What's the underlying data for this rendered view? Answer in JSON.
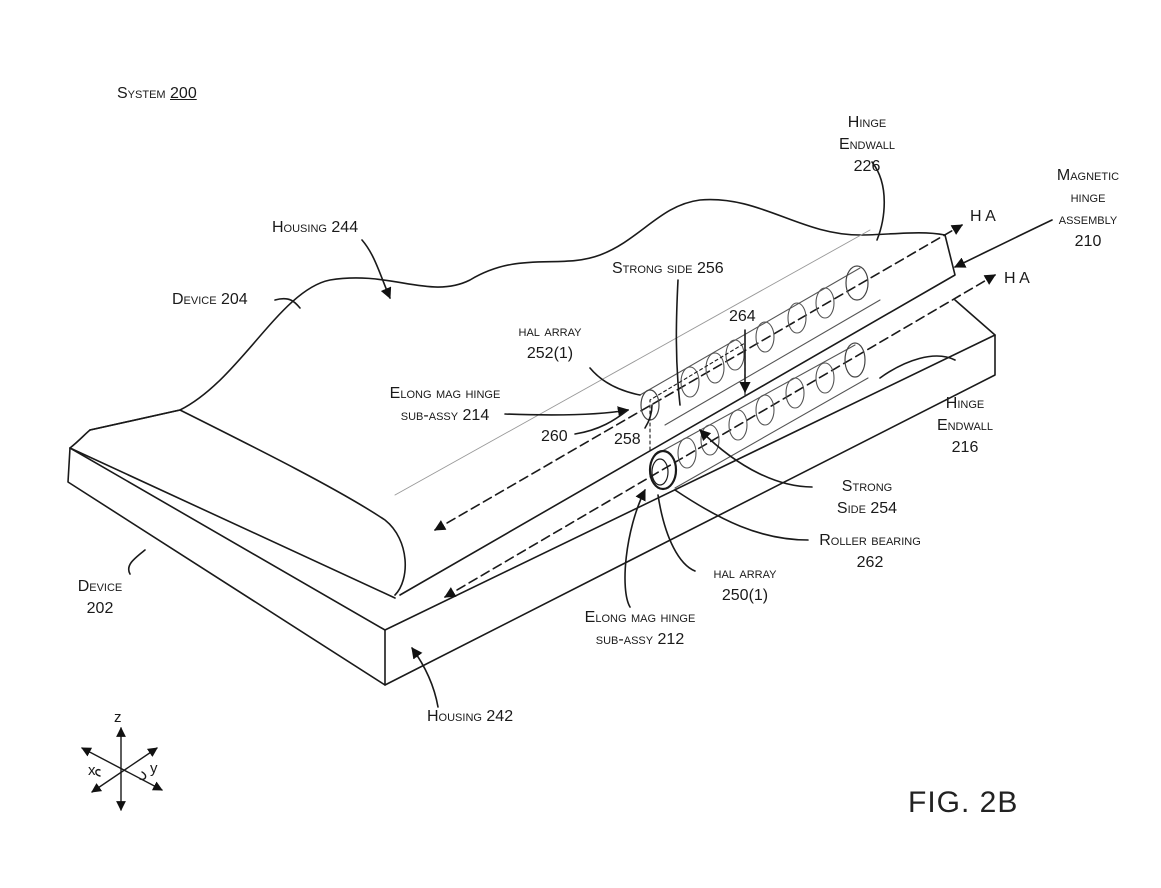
{
  "system_label": {
    "text": "System",
    "number": "200"
  },
  "figure_label": "FIG. 2B",
  "labels": {
    "hinge_endwall_226": "Hinge\nEndwall\n226",
    "magnetic_hinge_assembly": "Magnetic\nhinge\nassembly\n210",
    "housing_244": "Housing 244",
    "device_204": "Device 204",
    "strong_side_256": "Strong side 256",
    "hal_array_252": "hal array\n252(1)",
    "ref_264": "264",
    "elong_214": "Elong mag hinge\nsub-assy 214",
    "ref_260": "260",
    "ref_258": "258",
    "hinge_endwall_216": "Hinge\nEndwall\n216",
    "strong_side_254": "Strong\nSide 254",
    "roller_bearing": "Roller bearing\n262",
    "hal_array_250": "hal array\n250(1)",
    "elong_212": "Elong mag hinge\nsub-assy 212",
    "device_202": "Device\n202",
    "housing_242": "Housing 242",
    "ha_upper": "H A",
    "ha_lower": "H A"
  },
  "axes": {
    "z": "z",
    "x": "x",
    "y": "y"
  }
}
